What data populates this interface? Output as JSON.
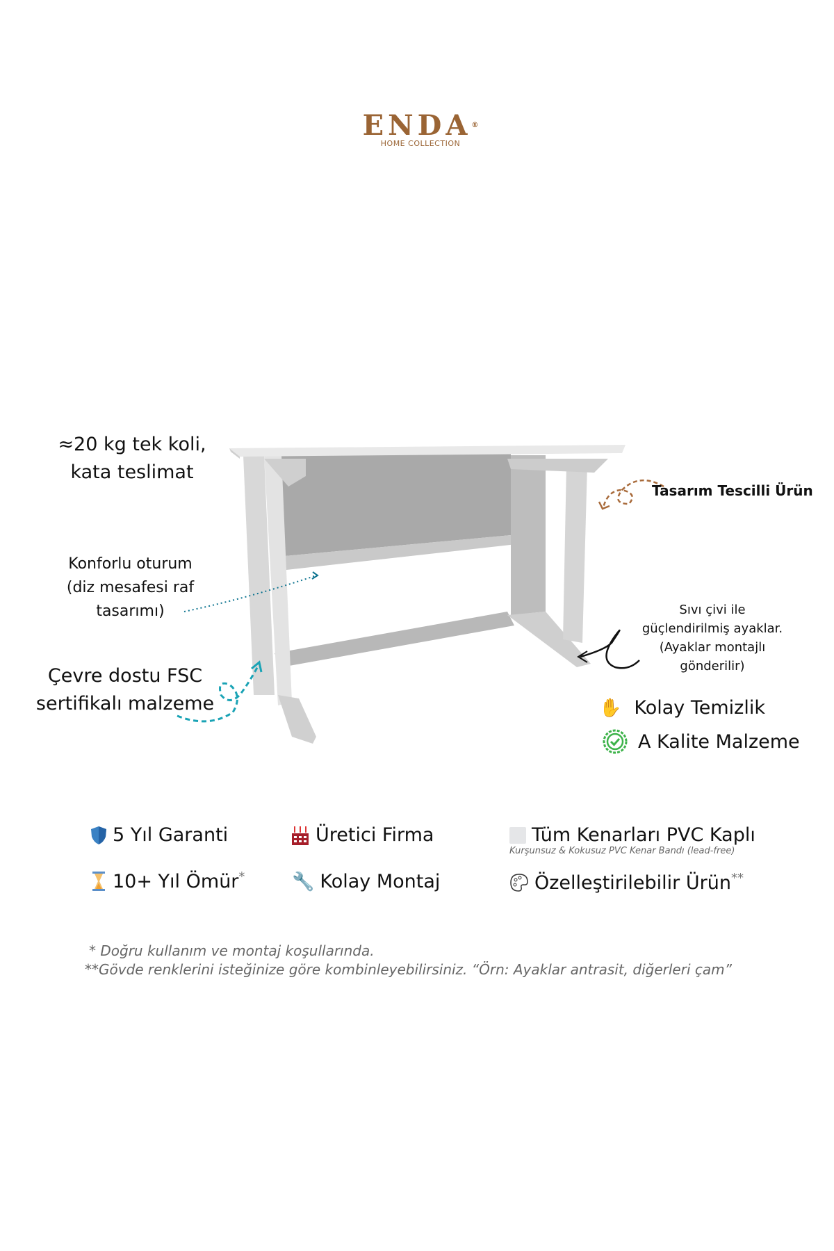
{
  "brand": {
    "name": "ENDA",
    "tagline": "HOME COLLECTION",
    "registered": "®",
    "color": "#9a6434"
  },
  "callouts": {
    "weight": [
      "≈20 kg tek koli,",
      "kata teslimat"
    ],
    "comfort": [
      "Konforlu oturum",
      "(diz mesafesi raf",
      "tasarımı)"
    ],
    "eco": [
      "Çevre dostu FSC",
      "sertifikalı malzeme"
    ],
    "design": "Tasarım Tescilli Ürün",
    "legs": [
      "Sıvı çivi ile",
      "güçlendirilmiş ayaklar.",
      "(Ayaklar montajlı",
      "gönderilir)"
    ],
    "easy_clean": "Kolay Temizlik",
    "quality": "A Kalite Malzeme"
  },
  "features": [
    {
      "icon": "shield-icon",
      "label": "5 Yıl Garanti"
    },
    {
      "icon": "factory-icon",
      "label": "Üretici Firma"
    },
    {
      "icon": "square-icon",
      "label": "Tüm Kenarları PVC Kaplı",
      "note": "Kurşunsuz & Kokusuz PVC Kenar Bandı (lead-free)"
    },
    {
      "icon": "hourglass-icon",
      "label": "10+ Yıl Ömür",
      "mark": "*"
    },
    {
      "icon": "wrench-icon",
      "label": "Kolay Montaj"
    },
    {
      "icon": "palette-icon",
      "label": "Özelleştirilebilir Ürün",
      "mark": "**"
    }
  ],
  "footnotes": [
    "* Doğru kullanım ve montaj koşullarında.",
    "**Gövde renklerini isteğinize göre kombinleyebilirsiniz. “Örn: Ayaklar antrasit, diğerleri çam”"
  ]
}
